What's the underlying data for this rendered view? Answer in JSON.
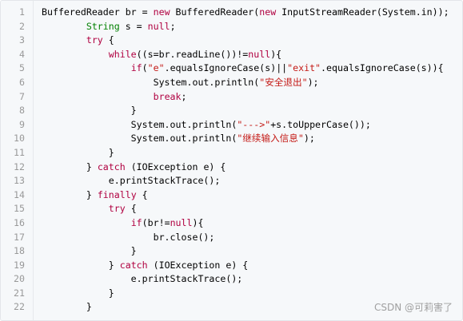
{
  "colors": {
    "plain": "#000000",
    "keyword": "#b00040",
    "type": "#008000",
    "string": "#c41a16",
    "line_number": "#999999",
    "background": "#f6f8fa"
  },
  "code_lines": [
    {
      "n": "1",
      "tokens": [
        [
          "plain",
          "BufferedReader br = "
        ],
        [
          "keyword",
          "new"
        ],
        [
          "plain",
          " BufferedReader("
        ],
        [
          "keyword",
          "new"
        ],
        [
          "plain",
          " InputStreamReader(System.in));"
        ]
      ]
    },
    {
      "n": "2",
      "tokens": [
        [
          "plain",
          "        "
        ],
        [
          "type",
          "String"
        ],
        [
          "plain",
          " s = "
        ],
        [
          "keyword",
          "null"
        ],
        [
          "plain",
          ";"
        ]
      ]
    },
    {
      "n": "3",
      "tokens": [
        [
          "plain",
          "        "
        ],
        [
          "keyword",
          "try"
        ],
        [
          "plain",
          " {"
        ]
      ]
    },
    {
      "n": "4",
      "tokens": [
        [
          "plain",
          "            "
        ],
        [
          "keyword",
          "while"
        ],
        [
          "plain",
          "((s=br.readLine())!="
        ],
        [
          "keyword",
          "null"
        ],
        [
          "plain",
          "){"
        ]
      ]
    },
    {
      "n": "5",
      "tokens": [
        [
          "plain",
          "                "
        ],
        [
          "keyword",
          "if"
        ],
        [
          "plain",
          "("
        ],
        [
          "string",
          "\"e\""
        ],
        [
          "plain",
          ".equalsIgnoreCase(s)||"
        ],
        [
          "string",
          "\"exit\""
        ],
        [
          "plain",
          ".equalsIgnoreCase(s)){"
        ]
      ]
    },
    {
      "n": "6",
      "tokens": [
        [
          "plain",
          "                    System.out.println("
        ],
        [
          "string",
          "\"安全退出\""
        ],
        [
          "plain",
          ");"
        ]
      ]
    },
    {
      "n": "7",
      "tokens": [
        [
          "plain",
          "                    "
        ],
        [
          "keyword",
          "break"
        ],
        [
          "plain",
          ";"
        ]
      ]
    },
    {
      "n": "8",
      "tokens": [
        [
          "plain",
          "                }"
        ]
      ]
    },
    {
      "n": "9",
      "tokens": [
        [
          "plain",
          "                System.out.println("
        ],
        [
          "string",
          "\"--->\""
        ],
        [
          "plain",
          "+s.toUpperCase());"
        ]
      ]
    },
    {
      "n": "10",
      "tokens": [
        [
          "plain",
          "                System.out.println("
        ],
        [
          "string",
          "\"继续输入信息\""
        ],
        [
          "plain",
          ");"
        ]
      ]
    },
    {
      "n": "11",
      "tokens": [
        [
          "plain",
          "            }"
        ]
      ]
    },
    {
      "n": "12",
      "tokens": [
        [
          "plain",
          "        } "
        ],
        [
          "keyword",
          "catch"
        ],
        [
          "plain",
          " (IOException e) {"
        ]
      ]
    },
    {
      "n": "13",
      "tokens": [
        [
          "plain",
          "            e.printStackTrace();"
        ]
      ]
    },
    {
      "n": "14",
      "tokens": [
        [
          "plain",
          "        } "
        ],
        [
          "keyword",
          "finally"
        ],
        [
          "plain",
          " {"
        ]
      ]
    },
    {
      "n": "15",
      "tokens": [
        [
          "plain",
          "            "
        ],
        [
          "keyword",
          "try"
        ],
        [
          "plain",
          " {"
        ]
      ]
    },
    {
      "n": "16",
      "tokens": [
        [
          "plain",
          "                "
        ],
        [
          "keyword",
          "if"
        ],
        [
          "plain",
          "(br!="
        ],
        [
          "keyword",
          "null"
        ],
        [
          "plain",
          "){"
        ]
      ]
    },
    {
      "n": "17",
      "tokens": [
        [
          "plain",
          "                    br.close();"
        ]
      ]
    },
    {
      "n": "18",
      "tokens": [
        [
          "plain",
          "                }"
        ]
      ]
    },
    {
      "n": "19",
      "tokens": [
        [
          "plain",
          "            } "
        ],
        [
          "keyword",
          "catch"
        ],
        [
          "plain",
          " (IOException e) {"
        ]
      ]
    },
    {
      "n": "20",
      "tokens": [
        [
          "plain",
          "                e.printStackTrace();"
        ]
      ]
    },
    {
      "n": "21",
      "tokens": [
        [
          "plain",
          "            }"
        ]
      ]
    },
    {
      "n": "22",
      "tokens": [
        [
          "plain",
          "        }"
        ]
      ]
    }
  ],
  "watermark": "CSDN @可莉害了"
}
